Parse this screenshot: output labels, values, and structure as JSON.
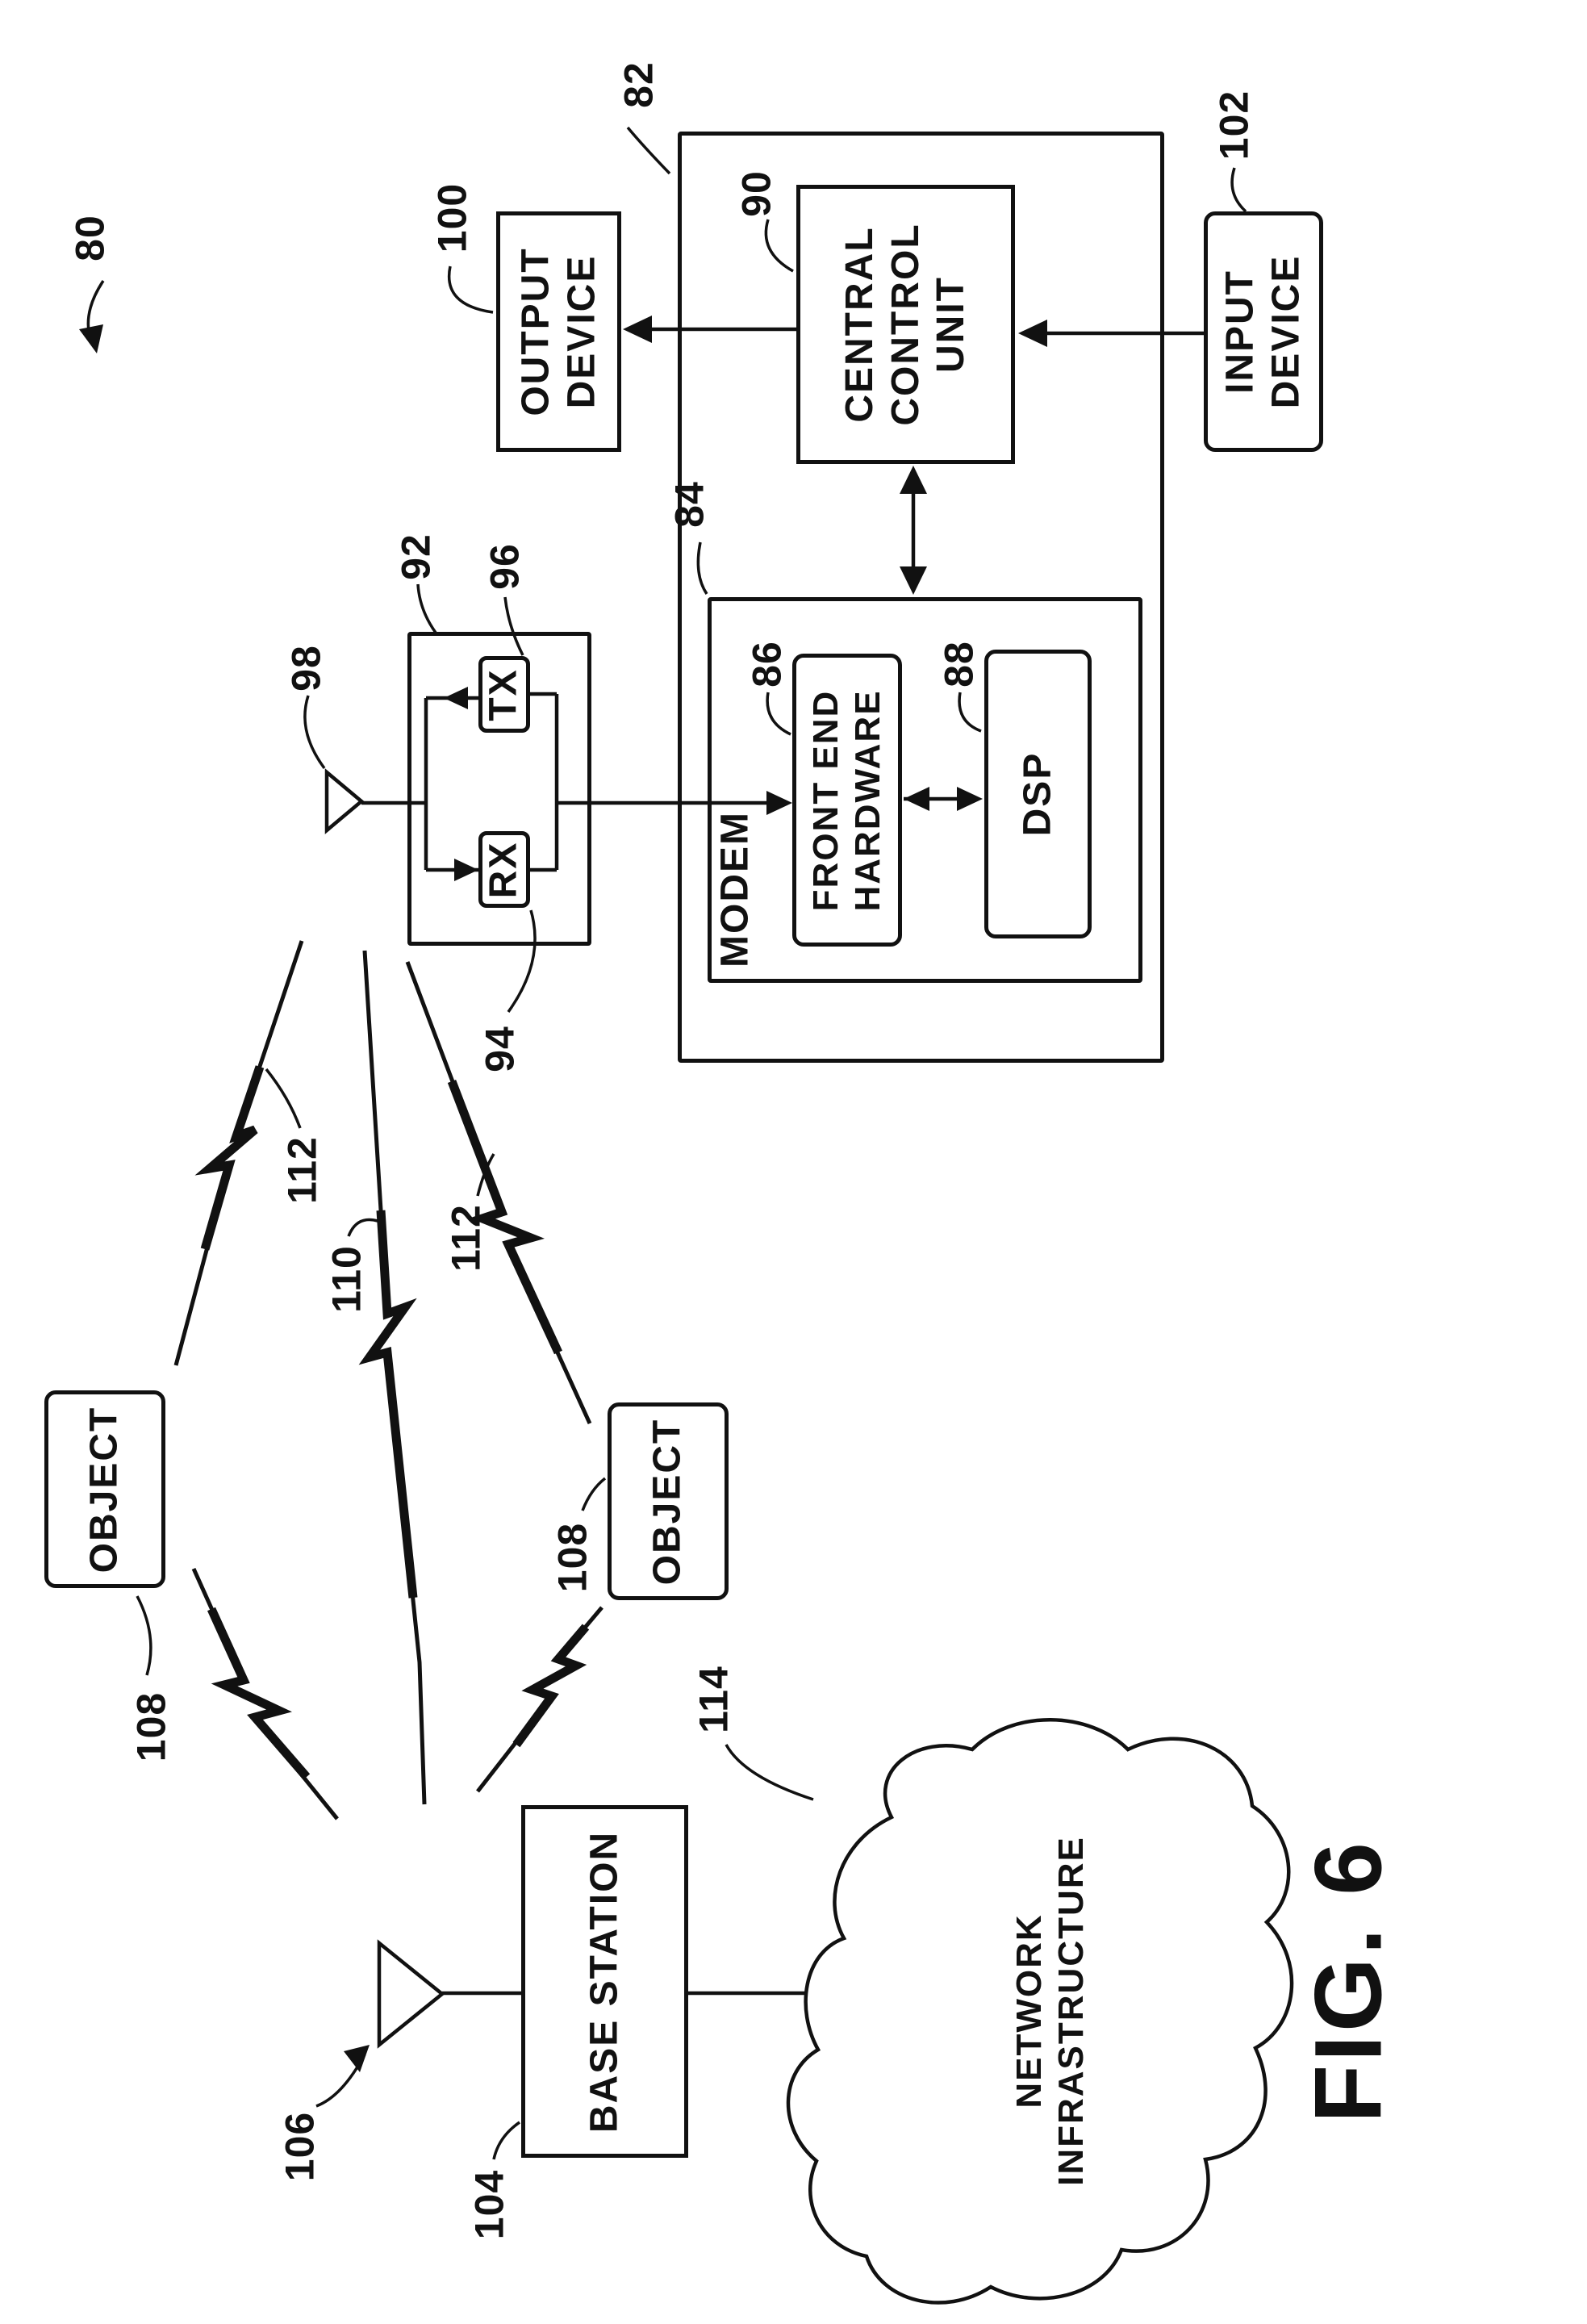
{
  "figure": {
    "caption": "FIG. 6",
    "system_reference": "80"
  },
  "boxes": {
    "output_device": "OUTPUT\nDEVICE",
    "central_control_unit": "CENTRAL\nCONTROL\nUNIT",
    "input_device": "INPUT\nDEVICE",
    "modem": "MODEM",
    "front_end_hardware": "FRONT END\nHARDWARE",
    "dsp": "DSP",
    "tx": "TX",
    "rx": "RX",
    "object_1": "OBJECT",
    "object_2": "OBJECT",
    "base_station": "BASE STATION",
    "network_infrastructure": "NETWORK\nINFRASTRUCTURE"
  },
  "labels": {
    "l80": "80",
    "l82": "82",
    "l84": "84",
    "l86": "86",
    "l88": "88",
    "l90": "90",
    "l92": "92",
    "l94": "94",
    "l96": "96",
    "l98": "98",
    "l100": "100",
    "l102": "102",
    "l104": "104",
    "l106": "106",
    "l108a": "108",
    "l108b": "108",
    "l110": "110",
    "l112a": "112",
    "l112b": "112",
    "l114": "114"
  },
  "colors": {
    "ink": "#111111",
    "paper": "#ffffff"
  }
}
